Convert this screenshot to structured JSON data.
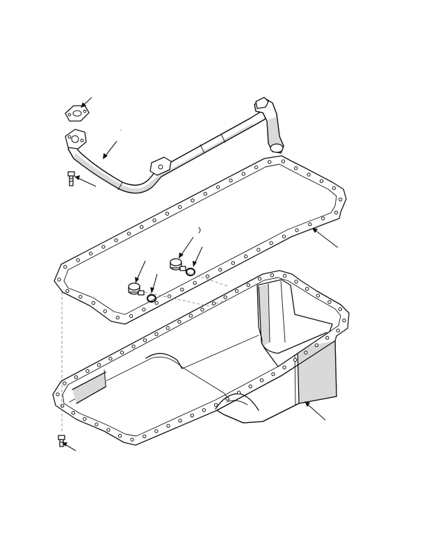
{
  "components": [
    {
      "id": "tube-flange-gasket",
      "icon": "flange-gasket-icon"
    },
    {
      "id": "oil-suction-tube",
      "icon": "oil-suction-tube-icon"
    },
    {
      "id": "tube-mounting-bolt",
      "icon": "bolt-icon"
    },
    {
      "id": "oil-pan-gasket",
      "icon": "gasket-icon"
    },
    {
      "id": "drain-plug-a",
      "icon": "drain-plug-icon"
    },
    {
      "id": "drain-plug-b",
      "icon": "drain-plug-icon"
    },
    {
      "id": "o-ring-a",
      "icon": "o-ring-icon"
    },
    {
      "id": "o-ring-b",
      "icon": "o-ring-icon"
    },
    {
      "id": "oil-pan",
      "icon": "oil-pan-icon"
    },
    {
      "id": "oil-pan-bolt",
      "icon": "bolt-icon"
    }
  ],
  "style": {
    "line_color": "#111111",
    "shade_color": "#d9d9d9",
    "background": "#ffffff"
  }
}
